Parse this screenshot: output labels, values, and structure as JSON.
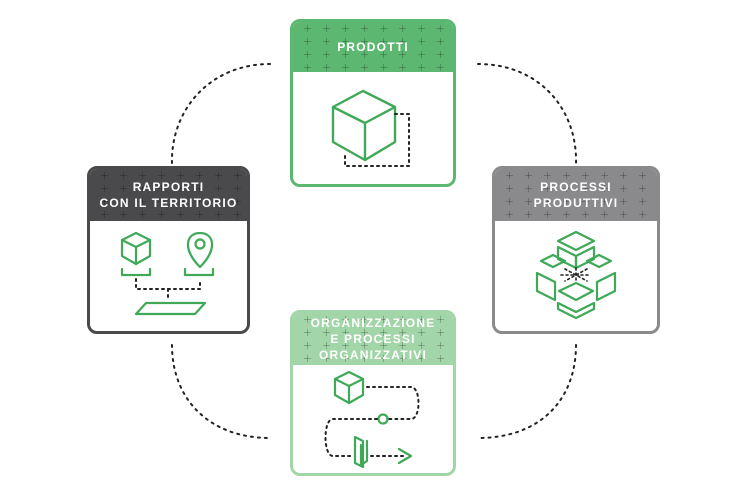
{
  "theme": {
    "green_dark": "#5cb870",
    "green_light": "#a2d5a8",
    "gray_dark": "#4a4a4c",
    "gray_mid": "#8a8a8c",
    "icon_green": "#3fa957",
    "connector": "#222222"
  },
  "cards": {
    "prodotti": {
      "title": "PRODOTTI",
      "icon": "cube-path-icon"
    },
    "processi_produttivi": {
      "title": "PROCESSI\nPRODUTTIVI",
      "icon": "exploded-cubes-icon"
    },
    "rapporti_territorio": {
      "title": "RAPPORTI\nCON IL TERRITORIO",
      "icon": "cube-pin-map-icon"
    },
    "organizzazione": {
      "title": "ORGANIZZAZIONE\nE PROCESSI\nORGANIZZATIVI",
      "icon": "cube-flow-icon"
    }
  }
}
